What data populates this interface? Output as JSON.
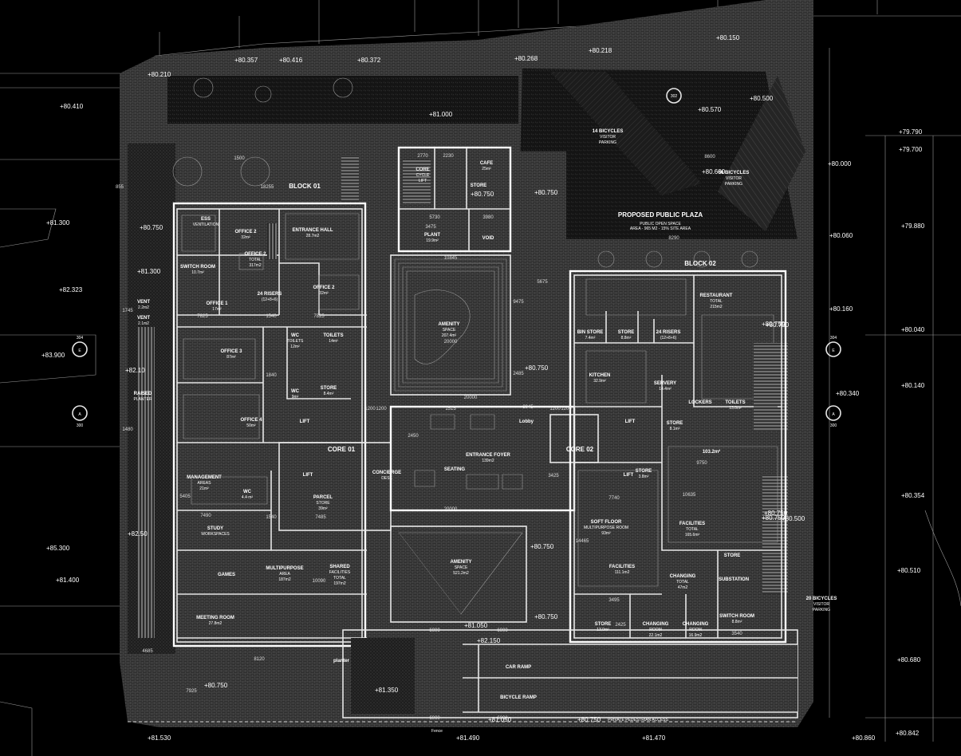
{
  "levels": [
    {
      "text": "+80.150"
    },
    {
      "text": "+80.357"
    },
    {
      "text": "+80.416"
    },
    {
      "text": "+80.372"
    },
    {
      "text": "+80.268"
    },
    {
      "text": "+80.218"
    },
    {
      "text": "+80.210"
    },
    {
      "text": "+80.410"
    },
    {
      "text": "+81.000"
    },
    {
      "text": "+80.570"
    },
    {
      "text": "+80.500"
    },
    {
      "text": "+79.790"
    },
    {
      "text": "+79.700"
    },
    {
      "text": "+80.000"
    },
    {
      "text": "+80.600"
    },
    {
      "text": "+80.750"
    },
    {
      "text": "+80.750"
    },
    {
      "text": "+81.300"
    },
    {
      "text": "+80.750"
    },
    {
      "text": "+79.880"
    },
    {
      "text": "+80.060"
    },
    {
      "text": "+81.300"
    },
    {
      "text": "+82.323"
    },
    {
      "text": "+80.160"
    },
    {
      "text": "+80.040"
    },
    {
      "text": "+83.900"
    },
    {
      "text": "+82.10"
    },
    {
      "text": "+80.750"
    },
    {
      "text": "+80.340"
    },
    {
      "text": "+80.140"
    },
    {
      "text": "+80.750"
    },
    {
      "text": "+80.354"
    },
    {
      "text": "+82.50"
    },
    {
      "text": "+80.750"
    },
    {
      "text": "+80.500"
    },
    {
      "text": "+85.300"
    },
    {
      "text": "+81.400"
    },
    {
      "text": "+80.750"
    },
    {
      "text": "+80.510"
    },
    {
      "text": "+80.750"
    },
    {
      "text": "+81.050"
    },
    {
      "text": "+82.150"
    },
    {
      "text": "+80.680"
    },
    {
      "text": "+80.750"
    },
    {
      "text": "+81.350"
    },
    {
      "text": "+81.530"
    },
    {
      "text": "+81.490"
    },
    {
      "text": "+81.050"
    },
    {
      "text": "+80.750"
    },
    {
      "text": "+81.470"
    },
    {
      "text": "+80.860"
    },
    {
      "text": "+80.842"
    },
    {
      "text": "+80.750"
    },
    {
      "text": "+80.750"
    }
  ],
  "rooms": [
    {
      "lines": [
        "OFFICE 2",
        "32m²"
      ]
    },
    {
      "lines": [
        "ENTRANCE HALL",
        "28.7m2"
      ]
    },
    {
      "lines": [
        "OFFICE 2",
        "TOTAL",
        "317m2"
      ]
    },
    {
      "lines": [
        "SWITCH ROOM",
        "10.7m²"
      ]
    },
    {
      "lines": [
        "24 RISERS",
        "(12+8+6)"
      ]
    },
    {
      "lines": [
        "OFFICE 2",
        "32m²"
      ]
    },
    {
      "lines": [
        "OFFICE 1",
        "17m²"
      ]
    },
    {
      "lines": [
        "OFFICE 3",
        "87m²"
      ]
    },
    {
      "lines": [
        "WC",
        "TOILETS",
        "12m²"
      ]
    },
    {
      "lines": [
        "TOILETS",
        "14m²"
      ]
    },
    {
      "lines": [
        "WC",
        "9m²"
      ]
    },
    {
      "lines": [
        "STORE",
        "8.4m²"
      ]
    },
    {
      "lines": [
        "OFFICE 4",
        "50m²"
      ]
    },
    {
      "lines": [
        "MANAGEMENT",
        "AREAS",
        "21m²"
      ]
    },
    {
      "lines": [
        "WC",
        "4.4 m²"
      ]
    },
    {
      "lines": [
        "PARCEL",
        "STORE",
        "39m²"
      ]
    },
    {
      "lines": [
        "STUDY",
        "WORKSPACES"
      ]
    },
    {
      "lines": [
        "GAMES"
      ]
    },
    {
      "lines": [
        "MULTIPURPOSE",
        "AREA",
        "187m2"
      ]
    },
    {
      "lines": [
        "SHARED",
        "FACILITIES",
        "TOTAL",
        "197m2"
      ]
    },
    {
      "lines": [
        "MEETING ROOM",
        "27.8m2"
      ]
    },
    {
      "lines": [
        "CORE",
        "CYCLE",
        "LIFT"
      ]
    },
    {
      "lines": [
        "STORE"
      ]
    },
    {
      "lines": [
        "CAFE",
        "25m²"
      ]
    },
    {
      "lines": [
        "PLANT",
        "19.9m²"
      ]
    },
    {
      "lines": [
        "VOID"
      ]
    },
    {
      "lines": [
        "AMENITY",
        "SPACE",
        "207.4m²"
      ]
    },
    {
      "lines": [
        "ENTRANCE FOYER",
        "139m2"
      ]
    },
    {
      "lines": [
        "CONCIERGE",
        "DESK"
      ]
    },
    {
      "lines": [
        "SEATING"
      ]
    },
    {
      "lines": [
        "AMENITY",
        "SPACE",
        "521.2m2"
      ]
    },
    {
      "lines": [
        "BIN STORE",
        "7.4m²"
      ]
    },
    {
      "lines": [
        "STORE",
        "8.8m²"
      ]
    },
    {
      "lines": [
        "24 RISERS",
        "(12+8+6)"
      ]
    },
    {
      "lines": [
        "RESTAURANT",
        "TOTAL",
        "215m2"
      ]
    },
    {
      "lines": [
        "KITCHEN",
        "32.9m²"
      ]
    },
    {
      "lines": [
        "SERVERY",
        "14.4m²"
      ]
    },
    {
      "lines": [
        "LOCKERS"
      ]
    },
    {
      "lines": [
        "TOILETS",
        "13.0m²"
      ]
    },
    {
      "lines": [
        "STORE",
        "8.1m²"
      ]
    },
    {
      "lines": [
        "103.2m²"
      ]
    },
    {
      "lines": [
        "STORE",
        "3.8m²"
      ]
    },
    {
      "lines": [
        "SOFT FLOOR",
        "MULTIPURPOSE ROOM",
        "93m²"
      ]
    },
    {
      "lines": [
        "FACILITIES",
        "TOTAL",
        "165.6m²"
      ]
    },
    {
      "lines": [
        "FACILITIES",
        "111.1m2"
      ]
    },
    {
      "lines": [
        "STORE"
      ]
    },
    {
      "lines": [
        "CHANGING",
        "TOTAL",
        "47m2"
      ]
    },
    {
      "lines": [
        "SUBSTATION"
      ]
    },
    {
      "lines": [
        "STORE",
        "13.0m²"
      ]
    },
    {
      "lines": [
        "CHANGING",
        "ROOM",
        "22.1m2"
      ]
    },
    {
      "lines": [
        "CHANGING",
        "ROOM",
        "16.9m2"
      ]
    },
    {
      "lines": [
        "SWITCH ROOM",
        "8.8m²"
      ]
    },
    {
      "lines": [
        "14 BICYCLES",
        "VISITOR",
        "PARKING"
      ]
    },
    {
      "lines": [
        "66 BICYCLES",
        "VISITOR",
        "PARKING"
      ]
    },
    {
      "lines": [
        "20 BICYCLES",
        "VISITOR",
        "PARKING"
      ]
    },
    {
      "lines": [
        "VENT",
        "2.2m2"
      ]
    },
    {
      "lines": [
        "VENT",
        "2.1m2"
      ]
    },
    {
      "lines": [
        "RAISED",
        "PLANTER"
      ]
    },
    {
      "lines": [
        "CAR RAMP"
      ]
    },
    {
      "lines": [
        "BICYCLE RAMP"
      ]
    },
    {
      "lines": [
        "planter"
      ]
    },
    {
      "lines": [
        "Lobby"
      ]
    },
    {
      "lines": [
        "LIFT"
      ]
    },
    {
      "lines": [
        "LIFT"
      ]
    },
    {
      "lines": [
        "LIFT"
      ]
    },
    {
      "lines": [
        "LIFT"
      ]
    },
    {
      "lines": [
        "ESS",
        "VENTILATION"
      ]
    }
  ],
  "headings": [
    {
      "text": "BLOCK 01"
    },
    {
      "text": "BLOCK 02"
    },
    {
      "text": "CORE 01"
    },
    {
      "text": "CORE 02"
    },
    {
      "text": "PROPOSED PUBLIC PLAZA"
    },
    {
      "text": "PUBLIC OPEN SPACE"
    },
    {
      "text": "AREA - 965 M2 - 15% SITE AREA"
    },
    {
      "text": "PRIVATE PEDESTRIAN ACCESS"
    },
    {
      "text": "Fence"
    }
  ],
  "dims": [
    {
      "text": "2770"
    },
    {
      "text": "2230"
    },
    {
      "text": "5730"
    },
    {
      "text": "3980"
    },
    {
      "text": "10845"
    },
    {
      "text": "20000"
    },
    {
      "text": "20000"
    },
    {
      "text": "20000"
    },
    {
      "text": "18255"
    },
    {
      "text": "8290"
    },
    {
      "text": "7825"
    },
    {
      "text": "1540"
    },
    {
      "text": "7825"
    },
    {
      "text": "1840"
    },
    {
      "text": "7485"
    },
    {
      "text": "1540"
    },
    {
      "text": "7490"
    },
    {
      "text": "3045"
    },
    {
      "text": "1515"
    },
    {
      "text": "9750"
    },
    {
      "text": "7740"
    },
    {
      "text": "3495"
    },
    {
      "text": "3540"
    },
    {
      "text": "8120"
    },
    {
      "text": "6000"
    },
    {
      "text": "6000"
    },
    {
      "text": "6000"
    },
    {
      "text": "6000"
    },
    {
      "text": "14465"
    },
    {
      "text": "10635"
    },
    {
      "text": "10090"
    },
    {
      "text": "5675"
    },
    {
      "text": "4685"
    },
    {
      "text": "7925"
    },
    {
      "text": "2425"
    },
    {
      "text": "3475"
    },
    {
      "text": "5405"
    },
    {
      "text": "1745"
    },
    {
      "text": "1480"
    },
    {
      "text": "855"
    },
    {
      "text": "9475"
    },
    {
      "text": "2485"
    },
    {
      "text": "3425"
    },
    {
      "text": "2450"
    },
    {
      "text": "1200"
    },
    {
      "text": "1200"
    },
    {
      "text": "1200"
    },
    {
      "text": "1200"
    },
    {
      "text": "8600"
    },
    {
      "text": "1500"
    }
  ],
  "section_marks": [
    {
      "code": "304",
      "letter": "E"
    },
    {
      "code": "304",
      "letter": "E"
    },
    {
      "code": "300",
      "letter": "A"
    },
    {
      "code": "300",
      "letter": "A"
    },
    {
      "code": "302",
      "letter": ""
    }
  ],
  "colors": {
    "background": "#000000",
    "linework": "#e6e6e6",
    "paving": "#2a2a2a",
    "landscape": "#161616"
  }
}
